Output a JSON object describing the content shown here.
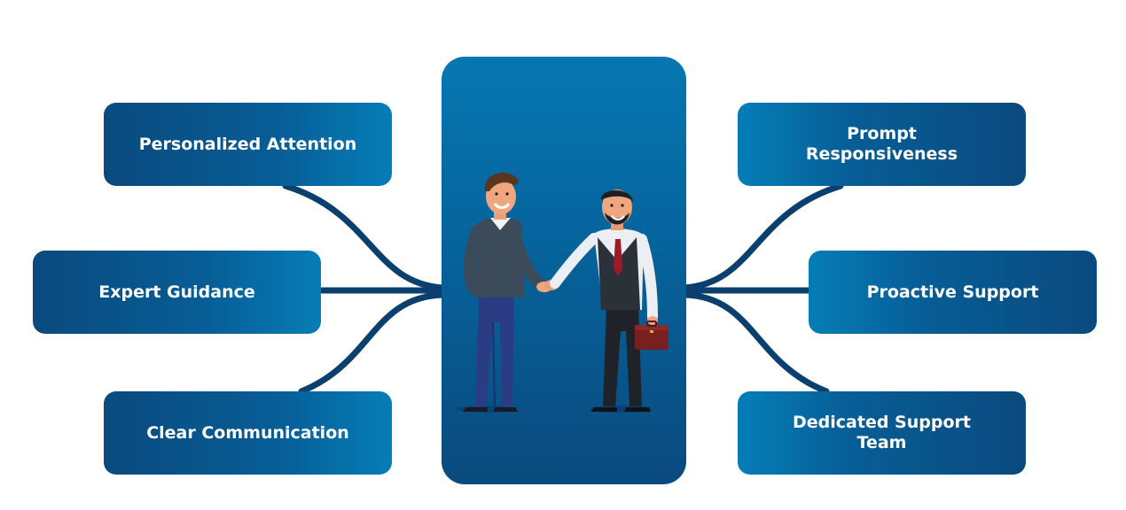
{
  "diagram": {
    "left_boxes": [
      {
        "label": "Personalized Attention"
      },
      {
        "label": "Expert Guidance"
      },
      {
        "label": "Clear Communication"
      }
    ],
    "right_boxes": [
      {
        "label": "Prompt\nResponsiveness"
      },
      {
        "label": "Proactive Support"
      },
      {
        "label": "Dedicated Support\nTeam"
      }
    ],
    "center_illustration": "handshake-illustration"
  },
  "colors": {
    "box_dark": "#0a4a7e",
    "box_light": "#067db7",
    "connector": "#0b3f6e",
    "panel_top": "#0677b1",
    "panel_bottom": "#0a4a7e",
    "text": "#ffffff"
  }
}
